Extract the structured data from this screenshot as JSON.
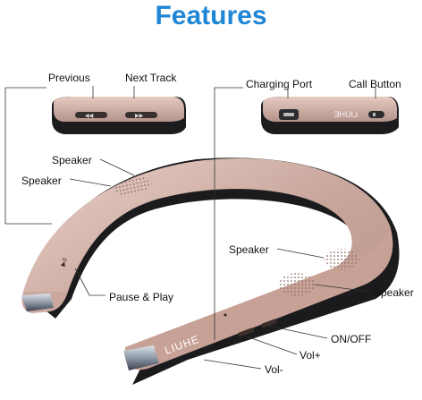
{
  "title": "Features",
  "colors": {
    "title": "#1f86d6",
    "rose_gold": "#c9a79d",
    "rose_gold_light": "#e6cbc2",
    "dark": "#1c1c1e",
    "line": "#333333"
  },
  "labels": {
    "previous": "Previous",
    "next_track": "Next Track",
    "charging_port": "Charging Port",
    "call_button": "Call Button",
    "speaker_1": "Speaker",
    "speaker_2": "Speaker",
    "speaker_3": "Speaker",
    "speaker_4": "Speaker",
    "pause_play": "Pause & Play",
    "on_off": "ON/OFF",
    "vol_plus": "Vol+",
    "vol_minus": "Vol-"
  },
  "device_text": {
    "brand": "LIUHE",
    "brand_mirrored": "LIUHE"
  },
  "icons": {
    "prev_next": "previous-next-icon",
    "charging": "charging-port-icon",
    "call": "phone-icon",
    "play_pause": "play-pause-icon"
  }
}
